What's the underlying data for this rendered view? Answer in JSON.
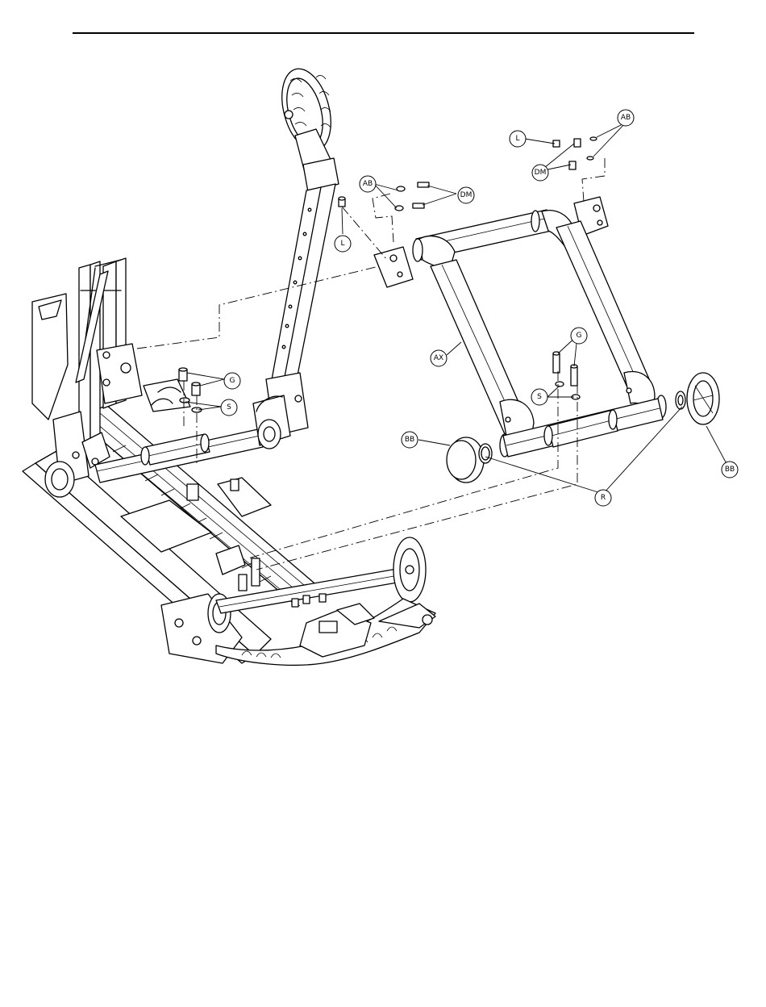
{
  "callouts": {
    "ab_top": "AB",
    "l_top": "L",
    "dm_top": "DM",
    "ab_mid": "AB",
    "dm_mid": "DM",
    "l_mid": "L",
    "g_left": "G",
    "s_left": "S",
    "ax": "AX",
    "g_right": "G",
    "s_right": "S",
    "bb_left": "BB",
    "bb_right": "BB",
    "r": "R"
  },
  "colors": {
    "line": "#000000",
    "background": "#ffffff"
  }
}
